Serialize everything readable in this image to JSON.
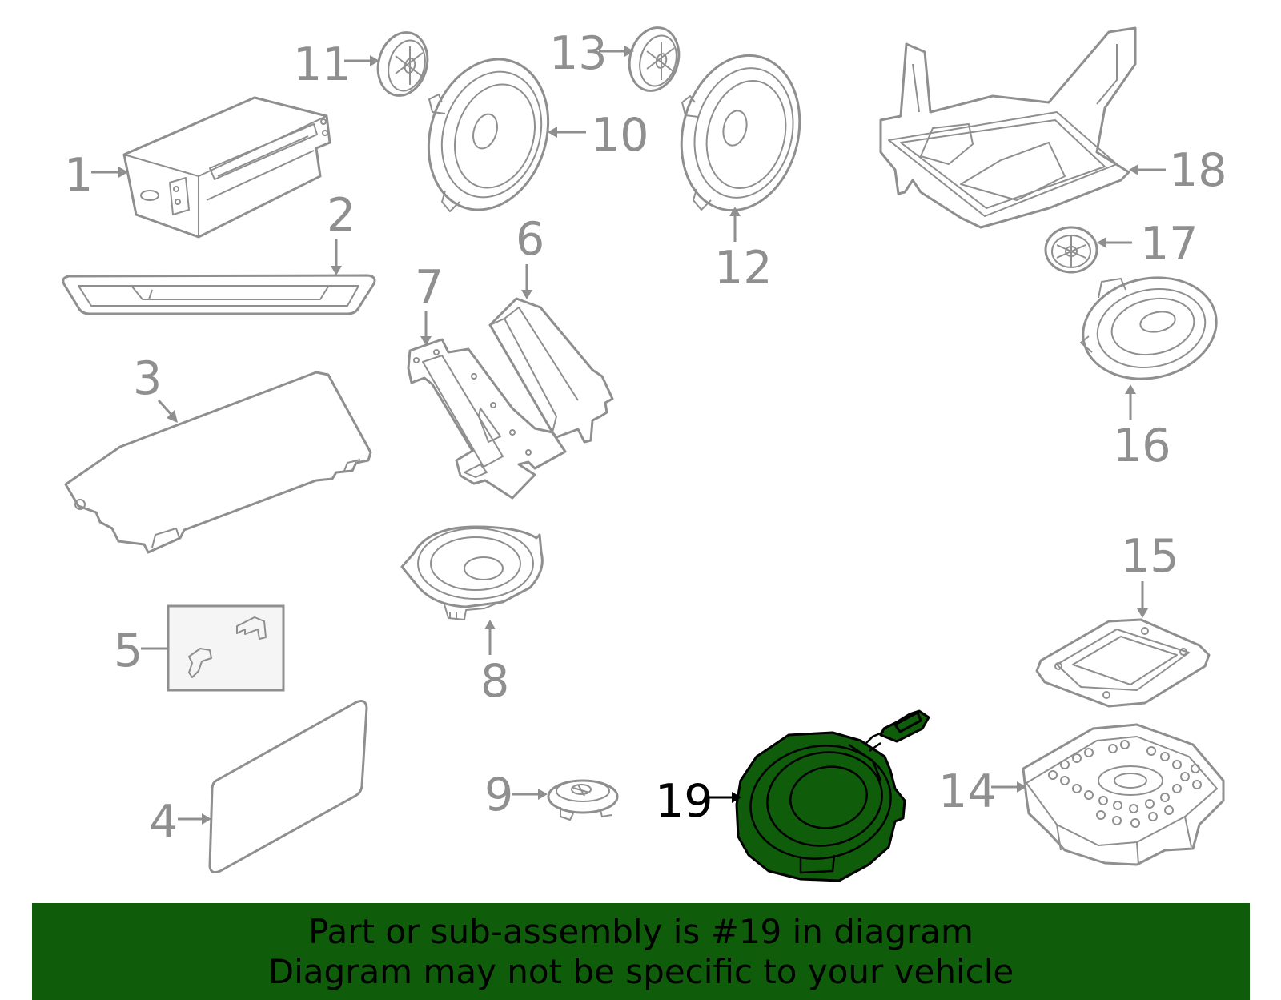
{
  "callouts": [
    "1",
    "2",
    "3",
    "4",
    "5",
    "6",
    "7",
    "8",
    "9",
    "10",
    "11",
    "12",
    "13",
    "14",
    "15",
    "16",
    "17",
    "18",
    "19"
  ],
  "highlighted_part": "19",
  "colors": {
    "highlight": "#0f5c0a",
    "banner_background": "#0f5c0a",
    "line_art": "#8f8f8f",
    "highlight_outline": "#000000"
  },
  "banner": {
    "line1": "Part or sub-assembly is #19 in diagram",
    "line2": "Diagram may not be specific to your vehicle"
  }
}
